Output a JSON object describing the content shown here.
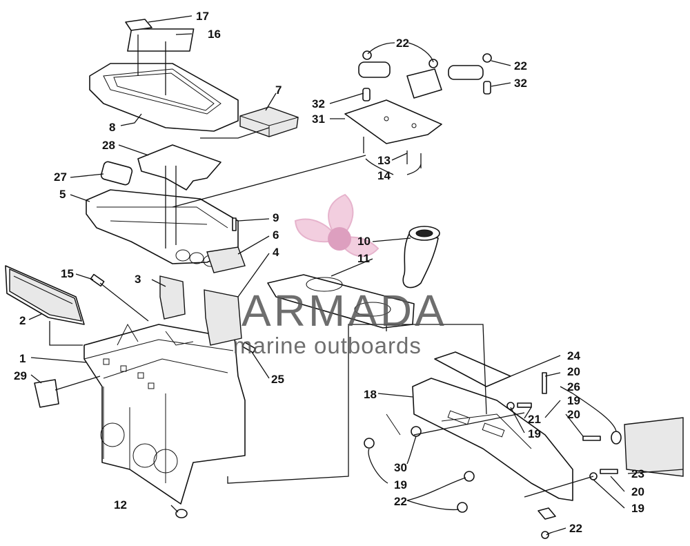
{
  "labels": {
    "p1": "1",
    "p2": "2",
    "p3": "3",
    "p4": "4",
    "p5": "5",
    "p6": "6",
    "p7": "7",
    "p8": "8",
    "p9": "9",
    "p10": "10",
    "p11": "11",
    "p12": "12",
    "p13": "13",
    "p14": "14",
    "p15": "15",
    "p16": "16",
    "p17": "17",
    "p18": "18",
    "p19a": "19",
    "p19b": "19",
    "p19c": "19",
    "p19d": "19",
    "p20a": "20",
    "p20b": "20",
    "p20c": "20",
    "p21": "21",
    "p22a": "22",
    "p22b": "22",
    "p22c": "22",
    "p22d": "22",
    "p23": "23",
    "p24": "24",
    "p25": "25",
    "p26": "26",
    "p27": "27",
    "p28": "28",
    "p29": "29",
    "p30": "30",
    "p31": "31",
    "p32a": "32",
    "p32b": "32"
  },
  "watermark": {
    "brand": "ARMADA",
    "tagline": "marine outboards",
    "brand_color": "#555555",
    "logo_color": "#e8a8c8"
  }
}
